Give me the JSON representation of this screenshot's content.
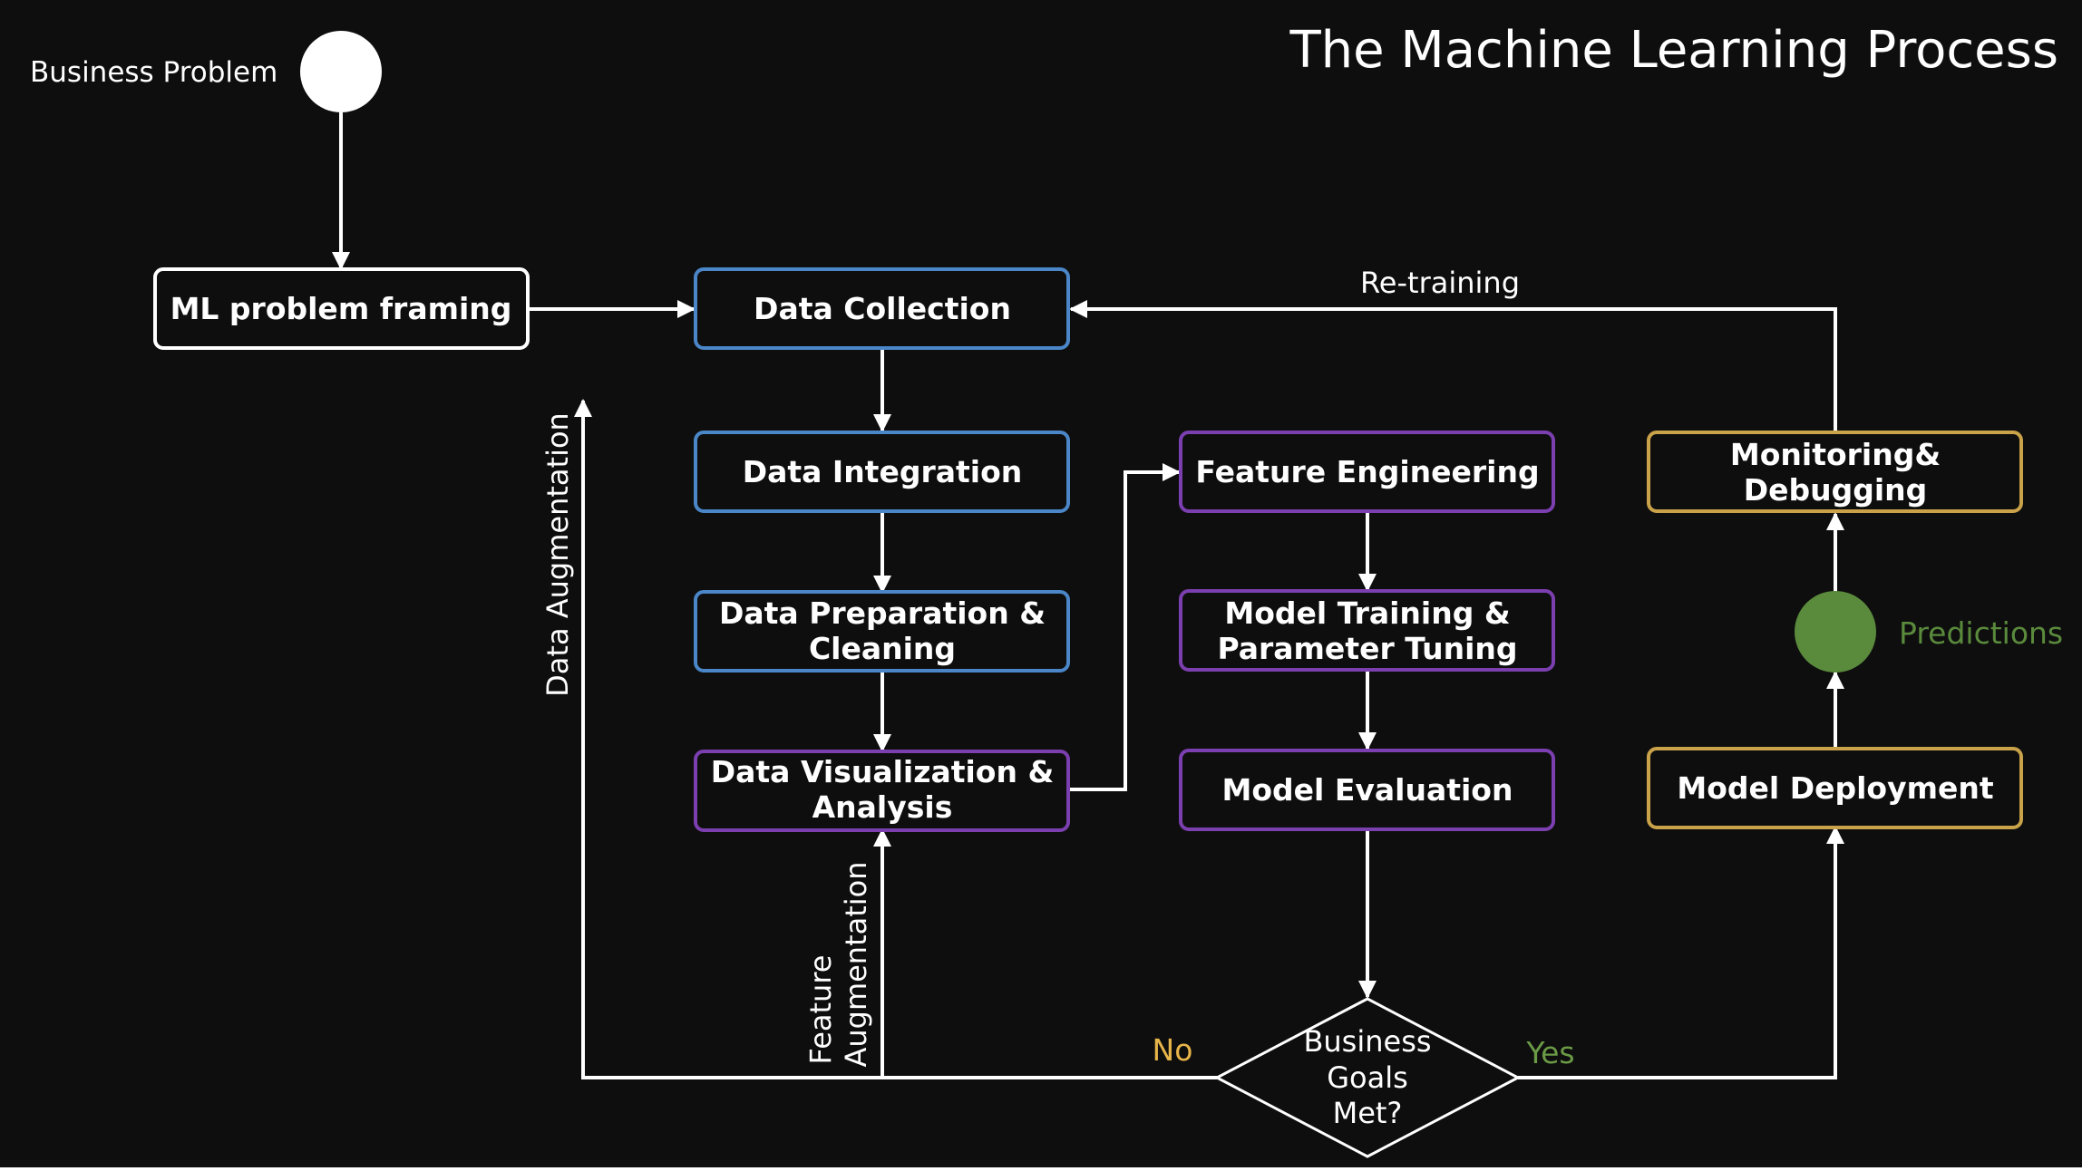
{
  "title": "The Machine Learning Process",
  "start_label": "Business Problem",
  "nodes": {
    "ml_framing": "ML problem framing",
    "data_collection": "Data Collection",
    "data_integration": "Data Integration",
    "data_prep": [
      "Data Preparation &",
      "Cleaning"
    ],
    "data_viz": [
      "Data Visualization &",
      "Analysis"
    ],
    "feature_eng": "Feature Engineering",
    "model_training": [
      "Model Training &",
      "Parameter Tuning"
    ],
    "model_eval": "Model Evaluation",
    "monitoring": [
      "Monitoring&",
      "Debugging"
    ],
    "model_deploy": "Model Deployment",
    "decision": [
      "Business",
      "Goals",
      "Met?"
    ]
  },
  "edge_labels": {
    "retraining": "Re-training",
    "data_augmentation": "Data Augmentation",
    "feature_augmentation": [
      "Feature",
      "Augmentation"
    ],
    "no": "No",
    "yes": "Yes",
    "predictions": "Predictions"
  },
  "colors": {
    "background": "#0e0e0e",
    "white": "#ffffff",
    "blue_border": "#4a86c8",
    "purple_border": "#7b3fb0",
    "gold_border": "#c9a24a",
    "green": "#5a8a3c",
    "no_color": "#e8b54a",
    "yes_color": "#6a9a45"
  }
}
